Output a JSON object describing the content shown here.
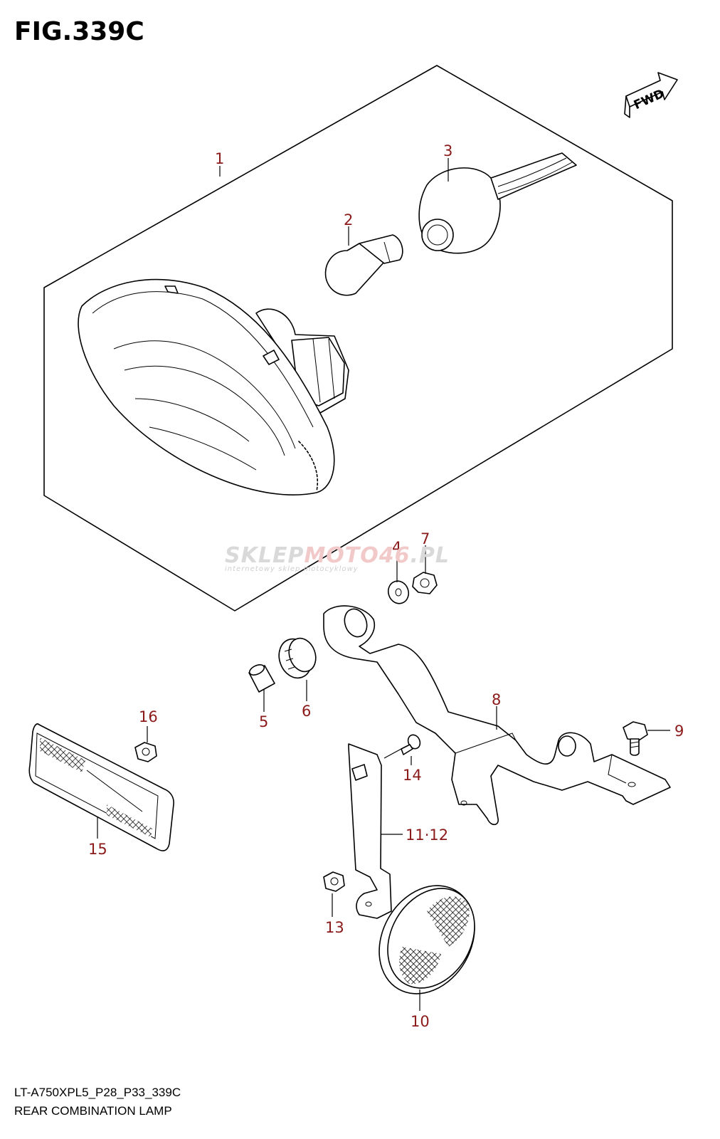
{
  "figure": {
    "title": "FIG.339C",
    "fwd_label": "FWD",
    "footer_code": "LT-A750XPL5_P28_P33_339C",
    "footer_name": "REAR COMBINATION LAMP"
  },
  "watermark": {
    "brand_a": "SKLEP",
    "brand_b": "MOTO",
    "brand_c": "46",
    "brand_d": ".PL",
    "tagline": "internetowy sklep motocyklowy"
  },
  "callouts": [
    {
      "id": "c1",
      "label": "1"
    },
    {
      "id": "c2",
      "label": "2"
    },
    {
      "id": "c3",
      "label": "3"
    },
    {
      "id": "c4",
      "label": "4"
    },
    {
      "id": "c5",
      "label": "5"
    },
    {
      "id": "c6",
      "label": "6"
    },
    {
      "id": "c7",
      "label": "7"
    },
    {
      "id": "c8",
      "label": "8"
    },
    {
      "id": "c9",
      "label": "9"
    },
    {
      "id": "c10",
      "label": "10"
    },
    {
      "id": "c11",
      "label": "11·12"
    },
    {
      "id": "c13",
      "label": "13"
    },
    {
      "id": "c14",
      "label": "14"
    },
    {
      "id": "c15",
      "label": "15"
    },
    {
      "id": "c16",
      "label": "16"
    }
  ],
  "colors": {
    "callout_text": "#8b1a1a",
    "line": "#000000",
    "background": "#ffffff"
  }
}
